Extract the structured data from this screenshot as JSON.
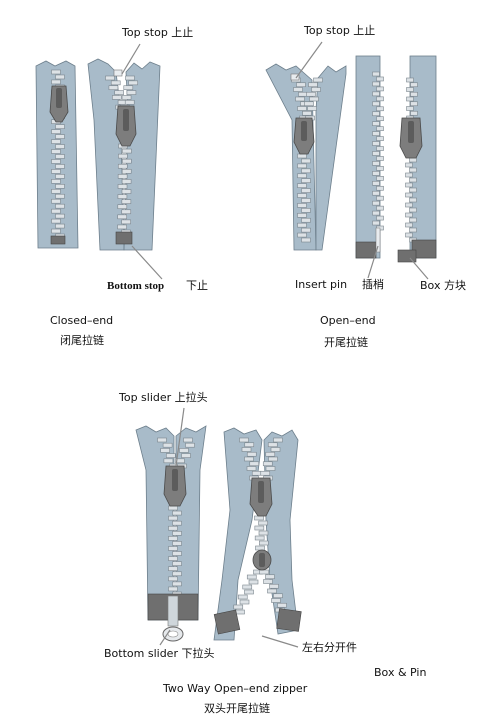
{
  "labels": {
    "top_stop_1": "Top stop 上止",
    "bottom_stop": "Bottom stop",
    "bottom_stop_cn": "下止",
    "top_stop_2": "Top stop 上止",
    "insert_pin": "Insert pin",
    "insert_pin_cn": "插梢",
    "box": "Box 方块",
    "top_slider": "Top slider 上拉头",
    "bottom_slider": "Bottom slider 下拉头",
    "separator": "左右分开件",
    "box_pin": "Box & Pin"
  },
  "captions": {
    "closed_en": "Closed–end",
    "closed_cn": "闭尾拉链",
    "open_en": "Open–end",
    "open_cn": "开尾拉链",
    "twoway_en": "Two Way Open–end zipper",
    "twoway_cn": "双头开尾拉链"
  },
  "colors": {
    "tape": "#a8bbc9",
    "chain": "#dde2e6",
    "slider": "#7d7d7d"
  }
}
